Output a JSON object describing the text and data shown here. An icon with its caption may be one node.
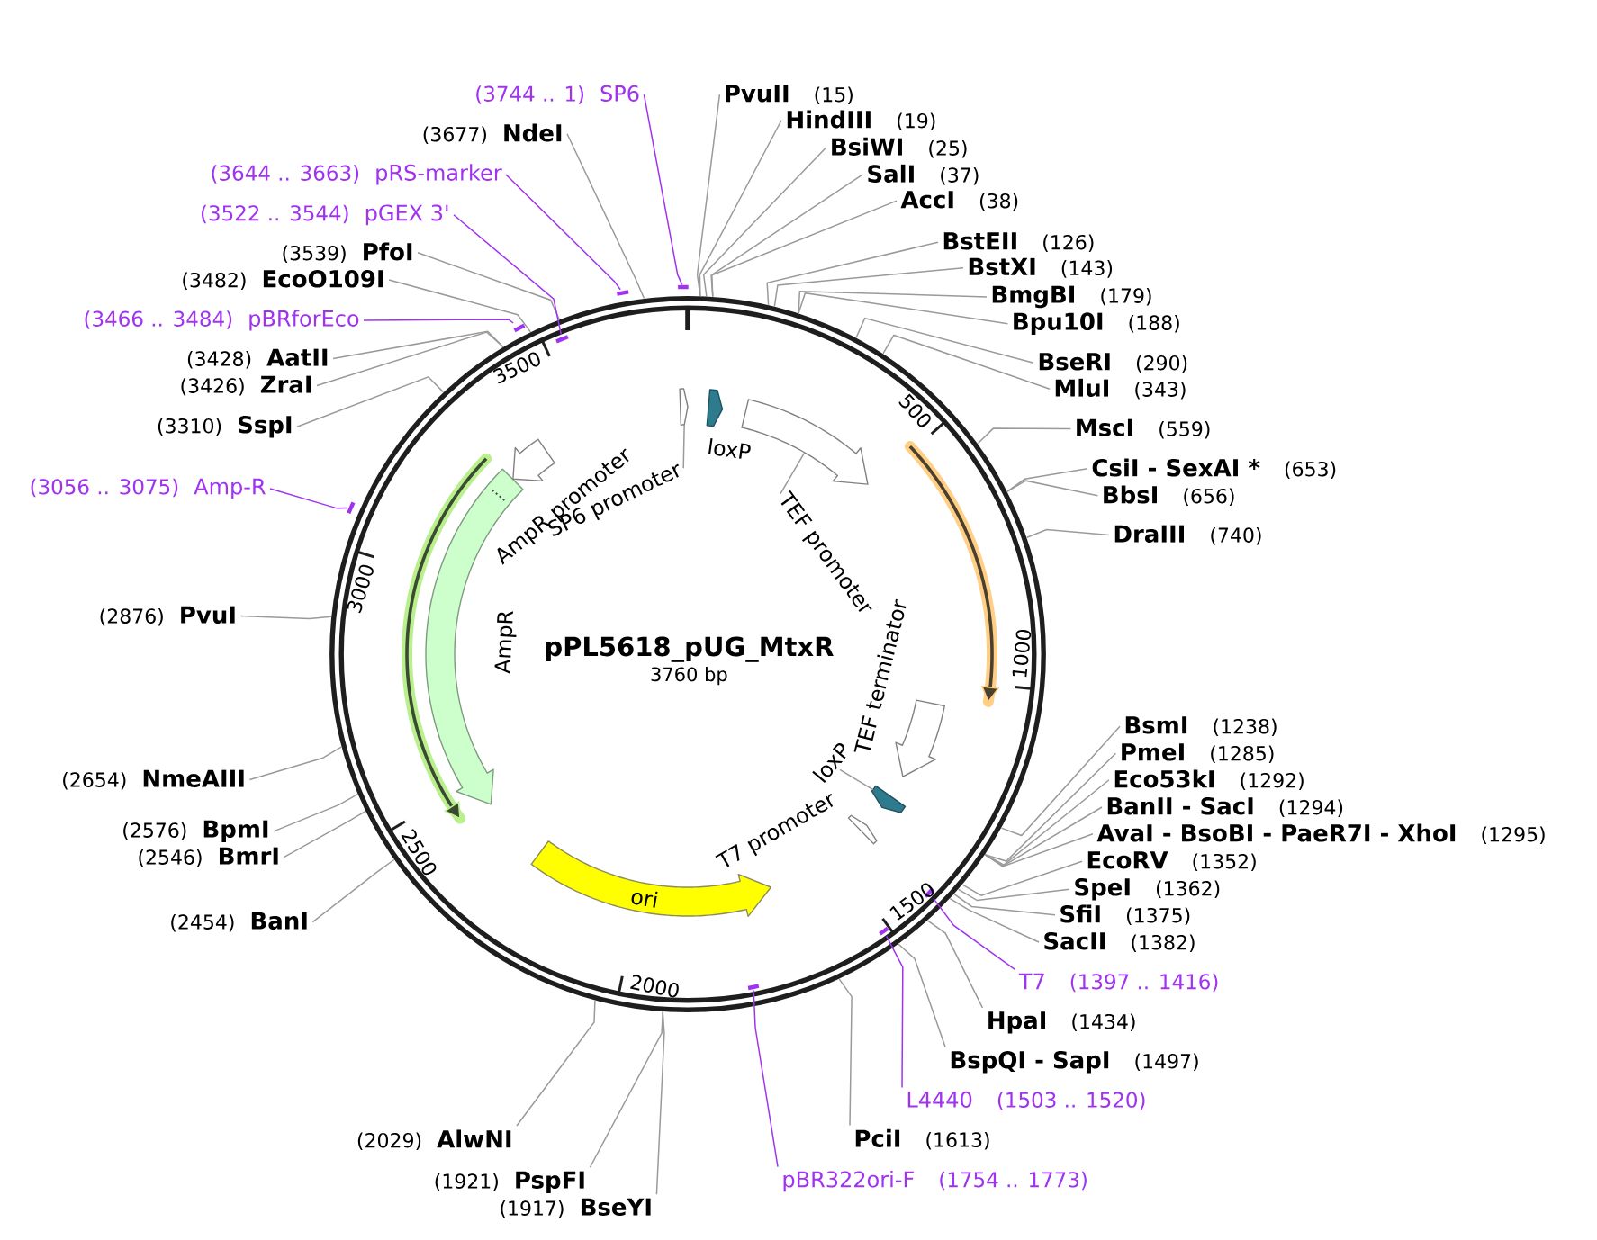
{
  "diagram": {
    "nodes": [
      {
        "text": [
          "PvuII",
          "(15)"
        ]
      },
      {
        "text": [
          "HindIII",
          "(19)"
        ]
      },
      {
        "text": [
          "BsiWI",
          "(25)"
        ]
      },
      {
        "text": [
          "SalI",
          "(37)"
        ]
      },
      {
        "text": [
          "AccI",
          "(38)"
        ]
      },
      {
        "text": [
          "BstEII",
          "(126)"
        ]
      },
      {
        "text": [
          "BstXI",
          "(143)"
        ]
      },
      {
        "text": [
          "BmgBI",
          "(179)"
        ]
      },
      {
        "text": [
          "Bpu10I",
          "(188)"
        ]
      },
      {
        "text": [
          "BseRI",
          "(290)"
        ]
      },
      {
        "text": [
          "MluI",
          "(343)"
        ]
      },
      {
        "text": [
          "MscI",
          "(559)"
        ]
      },
      {
        "text": [
          "CsiI - SexAI *",
          "(653)"
        ]
      },
      {
        "text": [
          "BbsI",
          "(656)"
        ]
      },
      {
        "text": [
          "DraIII",
          "(740)"
        ]
      },
      {
        "text": [
          "BsmI",
          "(1238)"
        ]
      },
      {
        "text": [
          "PmeI",
          "(1285)"
        ]
      },
      {
        "text": [
          "Eco53kI",
          "(1292)"
        ]
      },
      {
        "text": [
          "BanII - SacI",
          "(1294)"
        ]
      },
      {
        "text": [
          "AvaI - BsoBI - PaeR7I - XhoI",
          "(1295)"
        ]
      },
      {
        "text": [
          "EcoRV",
          "(1352)"
        ]
      },
      {
        "text": [
          "SpeI",
          "(1362)"
        ]
      },
      {
        "text": [
          "SfiI",
          "(1375)"
        ]
      },
      {
        "text": [
          "SacII",
          "(1382)"
        ]
      },
      {
        "text": [
          "T7",
          "(1397 .. 1416)"
        ]
      },
      {
        "text": [
          "HpaI",
          "(1434)"
        ]
      },
      {
        "text": [
          "BspQI - SapI",
          "(1497)"
        ]
      },
      {
        "text": [
          "L4440",
          "(1503 .. 1520)"
        ]
      },
      {
        "text": [
          "PciI",
          "(1613)"
        ]
      },
      {
        "text": [
          "pBR322ori-F",
          "(1754 .. 1773)"
        ]
      },
      {
        "text": [
          "(1917)",
          "BseYI"
        ]
      },
      {
        "text": [
          "(1921)",
          "PspFI"
        ]
      },
      {
        "text": [
          "(2029)",
          "AlwNI"
        ]
      },
      {
        "text": [
          "(2454)",
          "BanI"
        ]
      },
      {
        "text": [
          "(2546)",
          "BmrI"
        ]
      },
      {
        "text": [
          "(2576)",
          "BpmI"
        ]
      },
      {
        "text": [
          "(2654)",
          "NmeAIII"
        ]
      },
      {
        "text": [
          "(2876)",
          "PvuI"
        ]
      },
      {
        "text": [
          "(3056 .. 3075)",
          "Amp-R"
        ]
      },
      {
        "text": [
          "(3310)",
          "SspI"
        ]
      },
      {
        "text": [
          "(3426)",
          "ZraI"
        ]
      },
      {
        "text": [
          "(3428)",
          "AatII"
        ]
      },
      {
        "text": [
          "(3466 .. 3484)",
          "pBRforEco"
        ]
      },
      {
        "text": [
          "(3482)",
          "EcoO109I"
        ]
      },
      {
        "text": [
          "(3539)",
          "PfoI"
        ]
      },
      {
        "text": [
          "(3522 .. 3544)",
          "pGEX 3'"
        ]
      },
      {
        "text": [
          "(3644 .. 3663)",
          "pRS-marker"
        ]
      },
      {
        "text": [
          "(3677)",
          "NdeI"
        ]
      },
      {
        "text": [
          "(3744 .. 1)",
          "SP6"
        ]
      },
      {
        "text": [
          "pPL5618_pUG_MtxR",
          "3760 bp"
        ]
      },
      {
        "text": [],
        "shape": "bar",
        "in": 49
      },
      {
        "text": [],
        "shape": "bar",
        "in": 49
      },
      {
        "text": [],
        "shape": "bar",
        "in": 49
      },
      {
        "text": [],
        "shape": "bar"
      },
      {
        "text": [],
        "shape": "bar"
      },
      {
        "text": [],
        "shape": "bar",
        "in": 49
      },
      {
        "text": [],
        "shape": "bar"
      },
      {
        "text": [],
        "shape": "bar"
      },
      {
        "text": [
          "loxP"
        ],
        "in": 49
      },
      {
        "text": [],
        "shape": "arrow",
        "in": 49
      },
      {
        "text": [
          "TEF promoter"
        ],
        "in": 49
      },
      {
        "text": [],
        "shape": "arrow",
        "in": 49
      },
      {
        "text": [
          "TEF terminator"
        ],
        "in": 49
      },
      {
        "text": [],
        "shape": "arrow",
        "in": 49
      },
      {
        "text": [
          "loxP"
        ],
        "in": 49
      },
      {
        "text": [
          "T7 promoter"
        ],
        "in": 49
      },
      {
        "text": [
          "ori"
        ],
        "in": 49
      },
      {
        "text": [
          "AmpR"
        ],
        "in": 49
      },
      {
        "text": [],
        "shape": "arrow",
        "in": 49
      },
      {
        "text": [
          "AmpR promoter"
        ],
        "in": 49
      },
      {
        "text": [],
        "shape": "arrow",
        "in": 49
      },
      {
        "text": [
          "SP6 promoter"
        ],
        "in": 49
      }
    ],
    "edges": [
      {
        "from": 0,
        "to": 49,
        "arrow": "none"
      },
      {
        "from": 1,
        "to": 49,
        "arrow": "none"
      },
      {
        "from": 2,
        "to": 49,
        "arrow": "none"
      },
      {
        "from": 3,
        "to": 49,
        "arrow": "none"
      },
      {
        "from": 4,
        "to": 49,
        "arrow": "none"
      },
      {
        "from": 5,
        "to": 49,
        "arrow": "none"
      },
      {
        "from": 6,
        "to": 49,
        "arrow": "none"
      },
      {
        "from": 7,
        "to": 49,
        "arrow": "none"
      },
      {
        "from": 8,
        "to": 49,
        "arrow": "none"
      },
      {
        "from": 9,
        "to": 49,
        "arrow": "none"
      },
      {
        "from": 10,
        "to": 49,
        "arrow": "none"
      },
      {
        "from": 11,
        "to": 49,
        "arrow": "none"
      },
      {
        "from": 12,
        "to": 49,
        "arrow": "none"
      },
      {
        "from": 13,
        "to": 49,
        "arrow": "none"
      },
      {
        "from": 14,
        "to": 49,
        "arrow": "none"
      },
      {
        "from": 15,
        "to": 49,
        "arrow": "none"
      },
      {
        "from": 16,
        "to": 49,
        "arrow": "none"
      },
      {
        "from": 17,
        "to": 49,
        "arrow": "none"
      },
      {
        "from": 18,
        "to": 49,
        "arrow": "none"
      },
      {
        "from": 19,
        "to": 49,
        "arrow": "none"
      },
      {
        "from": 20,
        "to": 49,
        "arrow": "none"
      },
      {
        "from": 21,
        "to": 49,
        "arrow": "none"
      },
      {
        "from": 22,
        "to": 49,
        "arrow": "none"
      },
      {
        "from": 23,
        "to": 49,
        "arrow": "none"
      },
      {
        "from": 24,
        "to": 50,
        "arrow": "none",
        "color": "#a033f0"
      },
      {
        "from": 25,
        "to": 49,
        "arrow": "none"
      },
      {
        "from": 26,
        "to": 49,
        "arrow": "none"
      },
      {
        "from": 27,
        "to": 51,
        "arrow": "none",
        "color": "#a033f0"
      },
      {
        "from": 28,
        "to": 49,
        "arrow": "none"
      },
      {
        "from": 29,
        "to": 52,
        "arrow": "none",
        "color": "#a033f0"
      },
      {
        "from": 30,
        "to": 49,
        "arrow": "none"
      },
      {
        "from": 31,
        "to": 49,
        "arrow": "none"
      },
      {
        "from": 32,
        "to": 49,
        "arrow": "none"
      },
      {
        "from": 33,
        "to": 49,
        "arrow": "none"
      },
      {
        "from": 34,
        "to": 49,
        "arrow": "none"
      },
      {
        "from": 35,
        "to": 49,
        "arrow": "none"
      },
      {
        "from": 36,
        "to": 49,
        "arrow": "none"
      },
      {
        "from": 37,
        "to": 49,
        "arrow": "none"
      },
      {
        "from": 38,
        "to": 53,
        "arrow": "none",
        "color": "#a033f0"
      },
      {
        "from": 39,
        "to": 49,
        "arrow": "none"
      },
      {
        "from": 40,
        "to": 49,
        "arrow": "none"
      },
      {
        "from": 41,
        "to": 49,
        "arrow": "none"
      },
      {
        "from": 42,
        "to": 54,
        "arrow": "none",
        "color": "#a033f0"
      },
      {
        "from": 43,
        "to": 49,
        "arrow": "none"
      },
      {
        "from": 44,
        "to": 49,
        "arrow": "none"
      },
      {
        "from": 45,
        "to": 55,
        "arrow": "none",
        "color": "#a033f0"
      },
      {
        "from": 46,
        "to": 56,
        "arrow": "none",
        "color": "#a033f0"
      },
      {
        "from": 47,
        "to": 49,
        "arrow": "none"
      },
      {
        "from": 48,
        "to": 57,
        "arrow": "none",
        "color": "#a033f0"
      },
      {
        "from": 60,
        "to": 59,
        "arrow": "none"
      },
      {
        "from": 64,
        "to": 63,
        "arrow": "none"
      },
      {
        "from": 71,
        "to": 70,
        "arrow": "none"
      }
    ],
    "labels": [
      "500",
      "1000",
      "1500",
      "2000",
      "2500",
      "3000",
      "3500"
    ]
  }
}
